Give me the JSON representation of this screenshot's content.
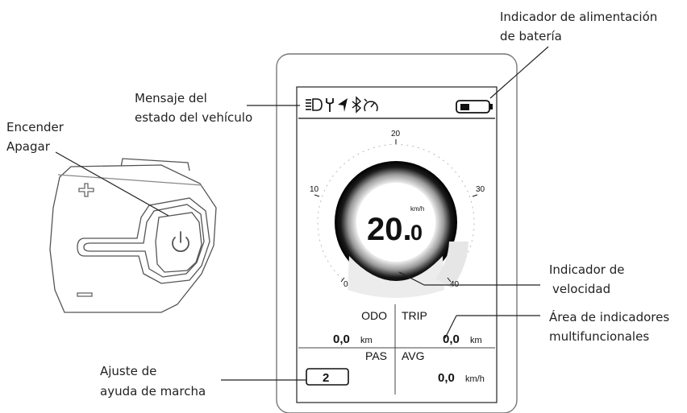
{
  "callouts": {
    "battery_line1": "Indicador de alimentación",
    "battery_line2": "de batería",
    "status_line1": "Mensaje del",
    "status_line2": "estado del vehículo",
    "power_line1": "Encender",
    "power_line2": "Apagar",
    "speed_line1": "Indicador de",
    "speed_line2": "velocidad",
    "multi_line1": "Área de indicadores",
    "multi_line2": "multifuncionales",
    "assist_line1": "Ajuste de",
    "assist_line2": "ayuda de marcha"
  },
  "display": {
    "speed_value": "20.",
    "speed_decimal": "0",
    "speed_unit": "km/h",
    "gauge_ticks": [
      "0",
      "10",
      "20",
      "30",
      "40"
    ],
    "odo_label": "ODO",
    "odo_value": "0,0",
    "odo_unit": "km",
    "trip_label": "TRIP",
    "trip_value": "0,0",
    "trip_unit": "km",
    "pas_label": "PAS",
    "pas_value": "2",
    "avg_label": "AVG",
    "avg_value": "0,0",
    "avg_unit": "km/h"
  },
  "icons": [
    "headlight-icon",
    "wrench-icon",
    "navigation-icon",
    "bluetooth-icon",
    "speedometer-icon",
    "battery-icon"
  ]
}
